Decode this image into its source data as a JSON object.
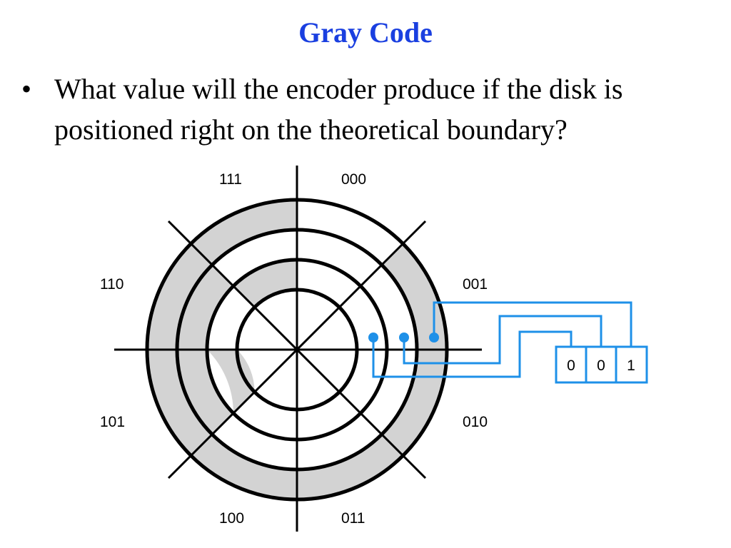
{
  "title": "Gray Code",
  "bullet": {
    "mark": "•",
    "text": "What value will the encoder produce if the disk is positioned right on the theoretical boundary?"
  },
  "diagram": {
    "sector_labels": {
      "top_left": "111",
      "top_right": "000",
      "upper_left": "110",
      "upper_right": "001",
      "lower_left": "101",
      "lower_right": "010",
      "bottom_left": "100",
      "bottom_right": "011"
    },
    "output_bits": [
      "0",
      "0",
      "1"
    ],
    "colors": {
      "ring_fill": "#d3d3d3",
      "line": "#000000",
      "wire": "#1e90e8",
      "title": "#1a3fe0"
    }
  }
}
